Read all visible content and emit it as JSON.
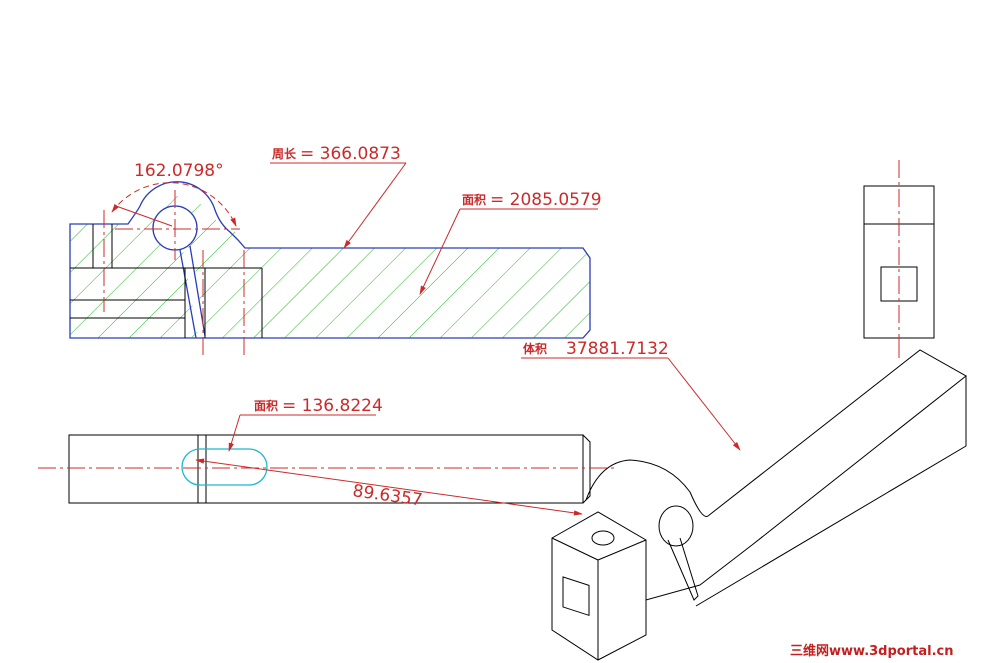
{
  "annotations": {
    "angle": "162.0798°",
    "perimeter_label": "周长",
    "perimeter_value": "= 366.0873",
    "area_front_label": "面积",
    "area_front_value": "= 2085.0579",
    "volume_label": "体积",
    "volume_value": "37881.7132",
    "area_slot_label": "面积",
    "area_slot_value": "= 136.8224",
    "distance": "89.6357"
  },
  "watermark": "三维网www.3dportal.cn",
  "colors": {
    "annotation": "#cc2a2a",
    "outline_blue": "#2a3db8",
    "hatch_green": "#2db82d",
    "slot_cyan": "#1eb8cc",
    "line_black": "#000000"
  }
}
